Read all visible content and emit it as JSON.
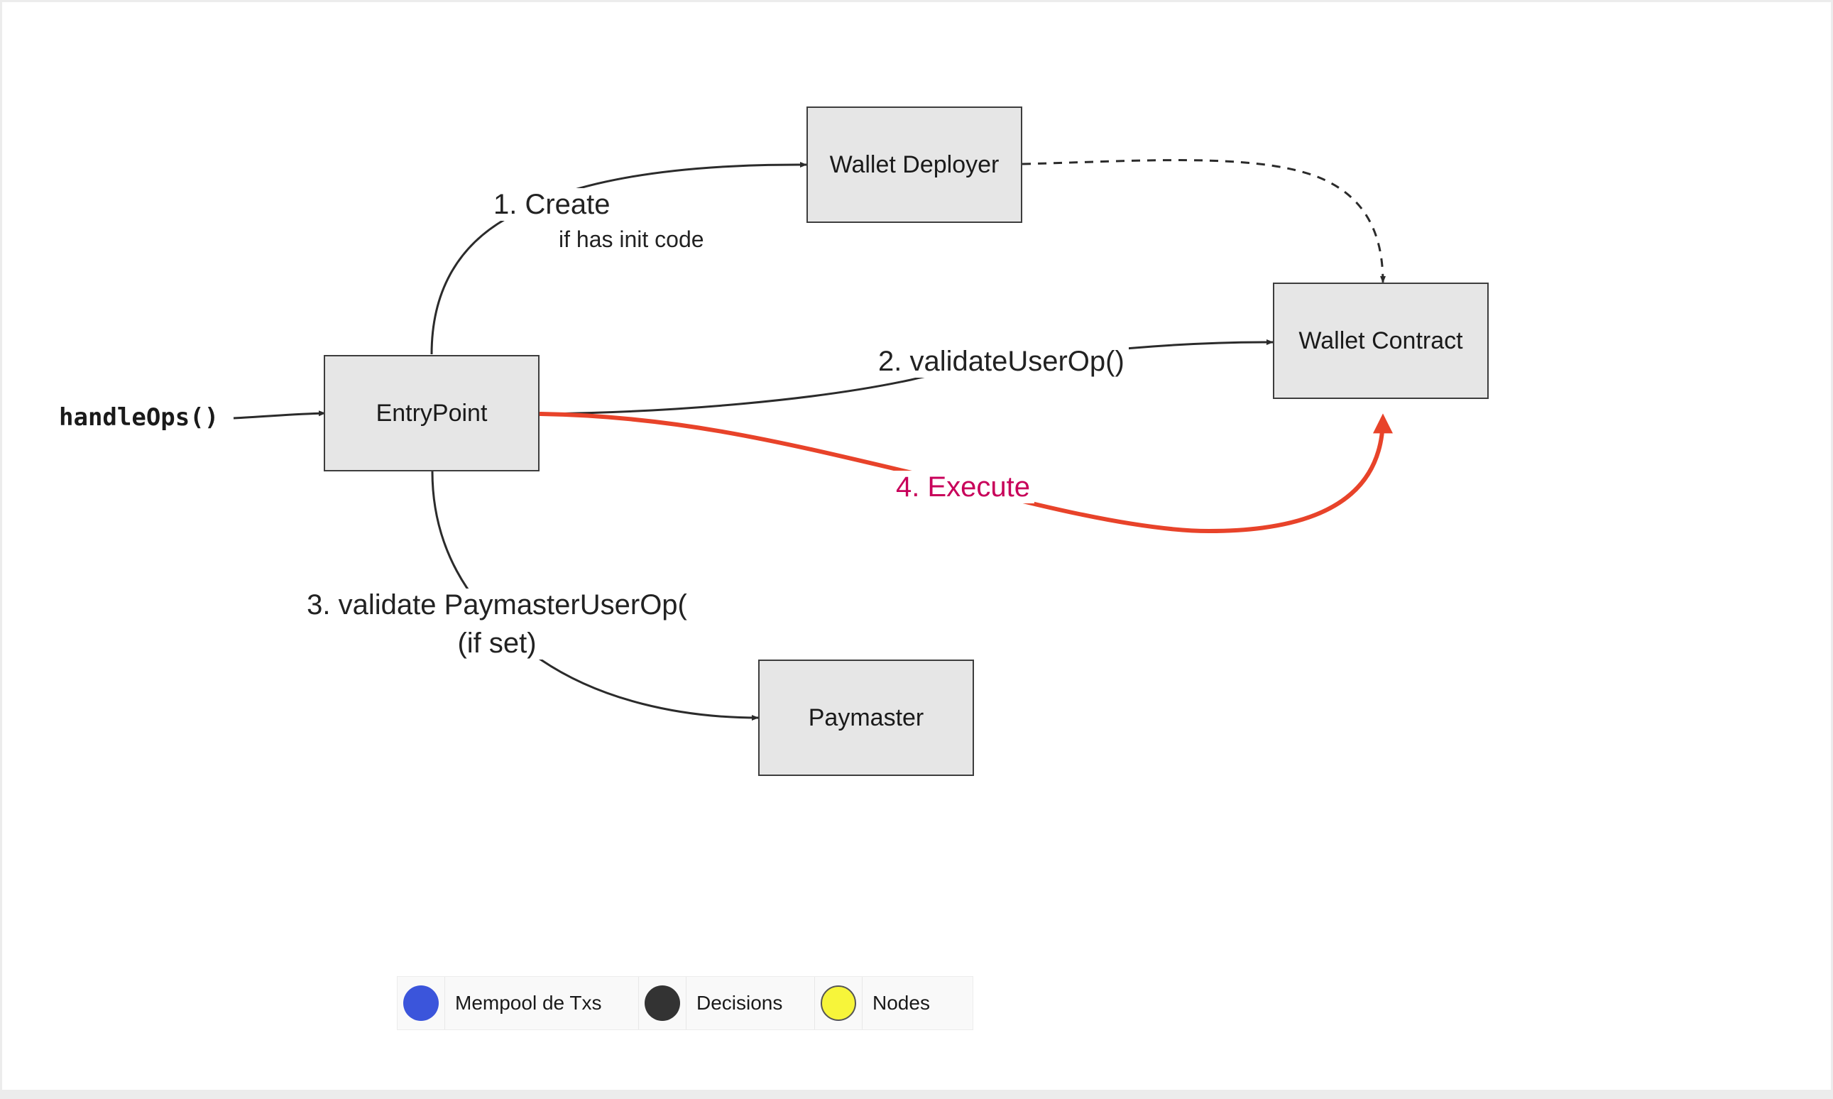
{
  "nodes": {
    "wallet_deployer": "Wallet Deployer",
    "wallet_contract": "Wallet Contract",
    "entry_point": "EntryPoint",
    "paymaster": "Paymaster"
  },
  "labels": {
    "handle_ops": "handleOps()",
    "create": "1. Create",
    "create_condition": "if has init code",
    "validate_user_op": "2. validateUserOp()",
    "validate_paymaster_line1": "3. validate PaymasterUserOp(",
    "validate_paymaster_line2": "(if set)",
    "execute": "4. Execute"
  },
  "legend": [
    {
      "label": "Mempool de Txs",
      "color": "#3b55db"
    },
    {
      "label": "Decisions",
      "color": "#333333"
    },
    {
      "label": "Nodes",
      "color": "#f7f53a"
    }
  ],
  "colors": {
    "edge": "#2b2b2b",
    "execute_edge": "#e8432a",
    "execute_label": "#c8005a",
    "node_fill": "#e6e6e6"
  }
}
